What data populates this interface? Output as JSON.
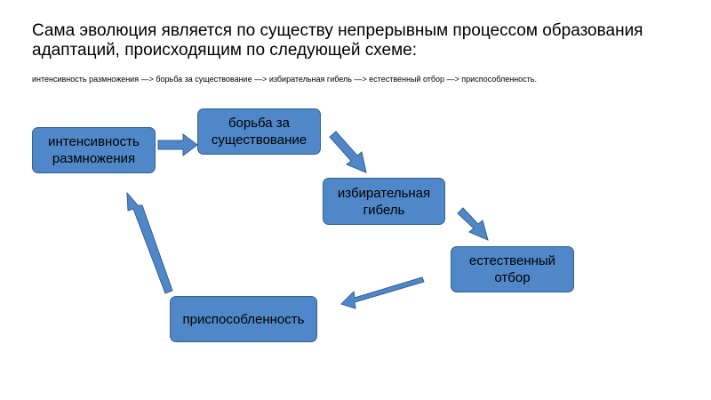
{
  "slide": {
    "title": "Сама эволюция является по существу непрерывным процессом образования адаптаций, происходящим по следующей схеме:",
    "subtitle": "интенсивность размножения —> борьба за существование —> избирательная гибель —> естественный отбор —> приспособленность."
  },
  "diagram": {
    "nodes": {
      "n1": "интенсивность размножения",
      "n2": "борьба за существование",
      "n3": "избирательная гибель",
      "n4": "естественный отбор",
      "n5": "приспособленность"
    },
    "colors": {
      "box_fill": "#4f87c9",
      "box_border": "#36608f",
      "arrow_fill": "#4f87c9",
      "arrow_border": "#36608f"
    }
  }
}
